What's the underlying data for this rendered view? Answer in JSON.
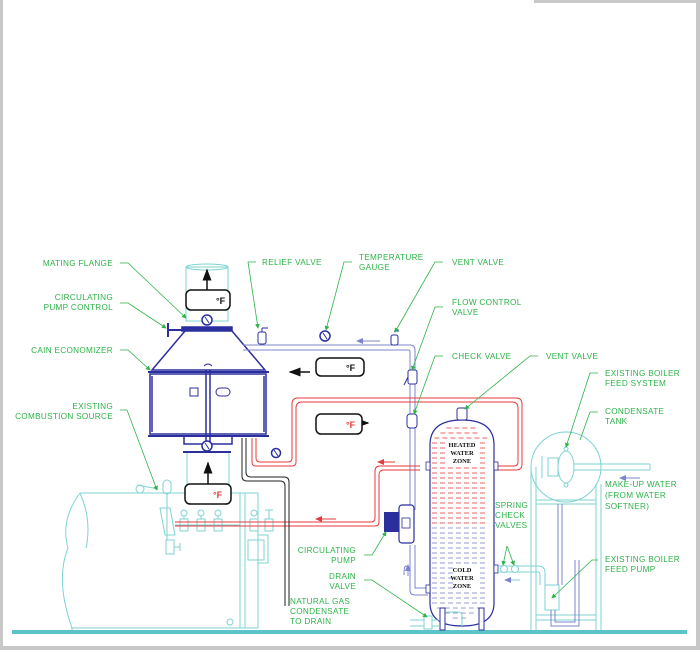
{
  "diagram": {
    "colors": {
      "label_green": "#2db34a",
      "economizer_blue": "#2b2f9e",
      "hot_water_red": "#e8393a",
      "cold_water_blue": "#7b84cc",
      "boiler_cyan": "#7fd3d3",
      "ground_teal": "#5cc4c8",
      "drain_black": "#222222"
    },
    "labels": {
      "mating_flange": "MATING FLANGE",
      "circulating_pump_control_1": "CIRCULATING",
      "circulating_pump_control_2": "PUMP CONTROL",
      "cain_economizer": "CAIN ECONOMIZER",
      "existing_combustion_1": "EXISTING",
      "existing_combustion_2": "COMBUSTION SOURCE",
      "relief_valve": "RELIEF VALVE",
      "temperature_gauge_1": "TEMPERATURE",
      "temperature_gauge_2": "GAUGE",
      "vent_valve_top": "VENT VALVE",
      "flow_control_1": "FLOW CONTROL",
      "flow_control_2": "VALVE",
      "check_valve": "CHECK VALVE",
      "vent_valve_tank": "VENT VALVE",
      "existing_boiler_feed_1": "EXISTING BOILER",
      "existing_boiler_feed_2": "FEED SYSTEM",
      "condensate_tank_1": "CONDENSATE",
      "condensate_tank_2": "TANK",
      "makeup_water_1": "MAKE-UP WATER",
      "makeup_water_2": "(FROM WATER",
      "makeup_water_3": "SOFTNER)",
      "spring_check_1": "SPRING",
      "spring_check_2": "CHECK",
      "spring_check_3": "VALVES",
      "circulating_pump_1": "CIRCULATING",
      "circulating_pump_2": "PUMP",
      "drain_valve_1": "DRAIN",
      "drain_valve_2": "VALVE",
      "natural_gas_1": "NATURAL GAS",
      "natural_gas_2": "CONDENSATE",
      "natural_gas_3": "TO DRAIN",
      "existing_feed_pump_1": "EXISTING BOILER",
      "existing_feed_pump_2": "FEED PUMP"
    },
    "zones": {
      "heated_1": "HEATED",
      "heated_2": "WATER",
      "heated_3": "ZONE",
      "cold_1": "COLD",
      "cold_2": "WATER",
      "cold_3": "ZONE"
    },
    "temperature_readouts": {
      "stack_top": "°F",
      "return_line": "°F",
      "hot_supply": "°F",
      "stack_inlet": "°F"
    }
  }
}
